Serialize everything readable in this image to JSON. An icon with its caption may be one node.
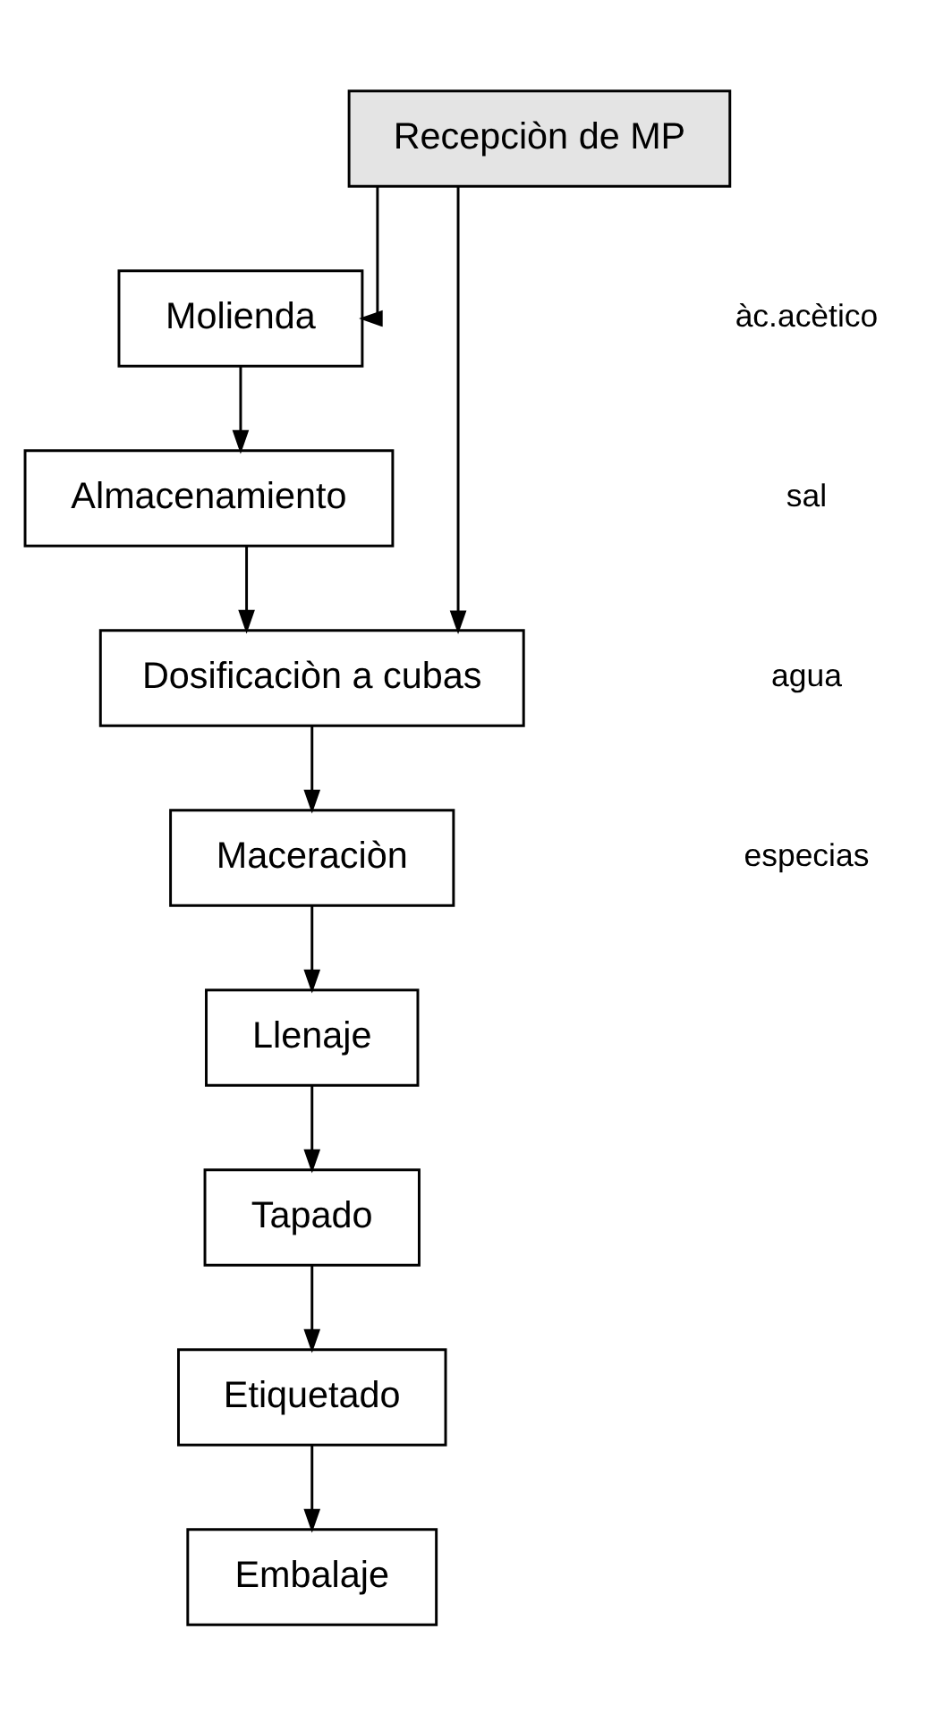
{
  "diagram": {
    "nodes": [
      {
        "text": [
          "Recepciòn de MP"
        ]
      },
      {
        "text": [
          "Molienda"
        ]
      },
      {
        "text": [
          "Almacenamiento"
        ]
      },
      {
        "text": [
          "Dosificaciòn a cubas"
        ]
      },
      {
        "text": [
          "Maceraciòn"
        ]
      },
      {
        "text": [
          "Llenaje"
        ]
      },
      {
        "text": [
          "Tapado"
        ]
      },
      {
        "text": [
          "Etiquetado"
        ]
      },
      {
        "text": [
          "Embalaje"
        ]
      }
    ],
    "edges": [
      {
        "from": 0,
        "to": 1,
        "arrow": "to"
      },
      {
        "from": 0,
        "to": 3,
        "arrow": "to"
      },
      {
        "from": 1,
        "to": 2,
        "arrow": "to"
      },
      {
        "from": 2,
        "to": 3,
        "arrow": "to"
      },
      {
        "from": 3,
        "to": 4,
        "arrow": "to"
      },
      {
        "from": 4,
        "to": 5,
        "arrow": "to"
      },
      {
        "from": 5,
        "to": 6,
        "arrow": "to"
      },
      {
        "from": 6,
        "to": 7,
        "arrow": "to"
      },
      {
        "from": 7,
        "to": 8,
        "arrow": "to"
      }
    ],
    "labels": [
      "àc.acètico",
      "sal",
      "agua",
      "especias"
    ]
  }
}
